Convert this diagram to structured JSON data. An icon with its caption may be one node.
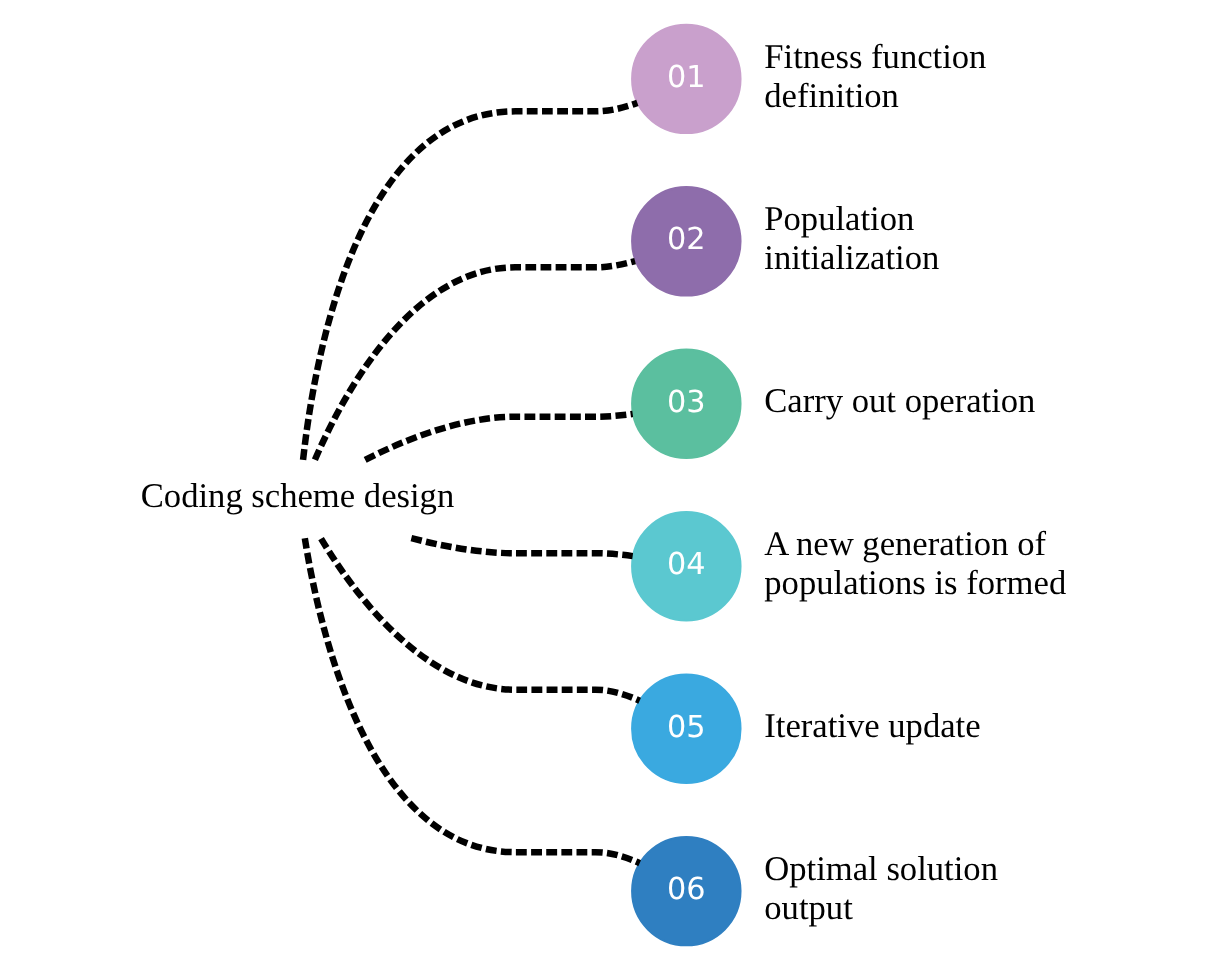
{
  "diagram": {
    "nodes": [
      {
        "text": [
          "Coding scheme design"
        ]
      },
      {
        "text": [
          "01"
        ],
        "beside": [
          "Fitness function definition"
        ]
      },
      {
        "text": [
          "02"
        ],
        "beside": [
          "Population initialization"
        ]
      },
      {
        "text": [
          "03"
        ],
        "beside": [
          "Carry out operation"
        ]
      },
      {
        "text": [
          "04"
        ],
        "beside": [
          "A new generation of populations is formed"
        ]
      },
      {
        "text": [
          "05"
        ],
        "beside": [
          "Iterative update"
        ]
      },
      {
        "text": [
          "06"
        ],
        "beside": [
          "Optimal solution output"
        ]
      }
    ],
    "edges": [
      {
        "from": 0,
        "to": 1,
        "arrow": "none",
        "style": "dashed"
      },
      {
        "from": 0,
        "to": 2,
        "arrow": "none",
        "style": "dashed"
      },
      {
        "from": 0,
        "to": 3,
        "arrow": "none",
        "style": "dashed"
      },
      {
        "from": 0,
        "to": 4,
        "arrow": "none",
        "style": "dashed"
      },
      {
        "from": 0,
        "to": 5,
        "arrow": "none",
        "style": "dashed"
      },
      {
        "from": 0,
        "to": 6,
        "arrow": "none",
        "style": "dashed"
      }
    ]
  }
}
